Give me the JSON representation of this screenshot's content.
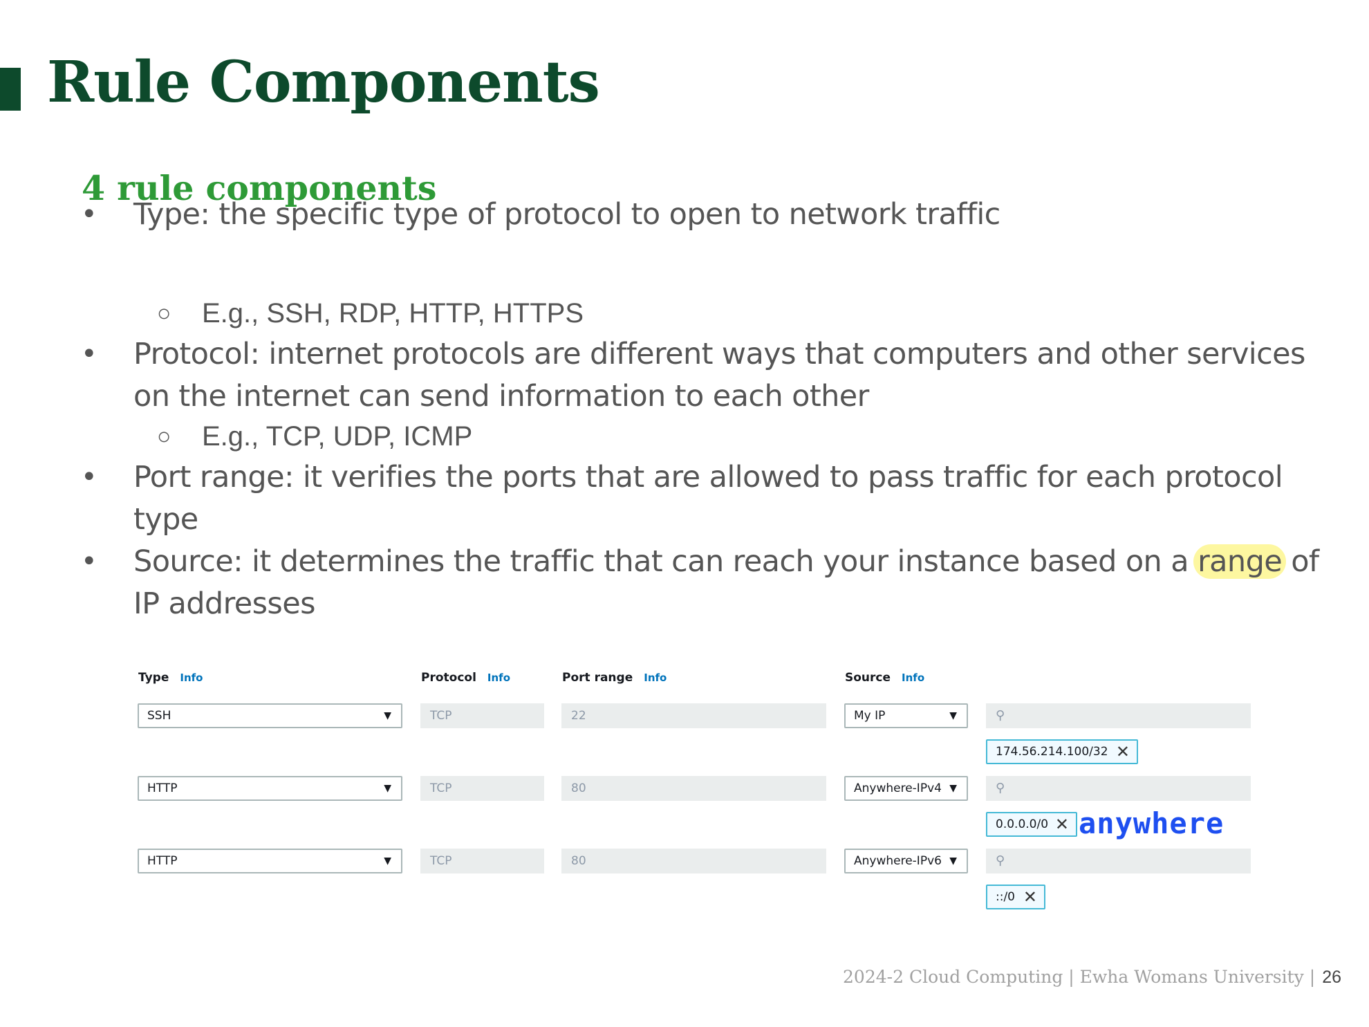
{
  "slide": {
    "title": "Rule Components",
    "subtitle": "4 rule components",
    "bullets": {
      "type_line": "Type: the specific type of protocol to open to network traffic",
      "type_example": "E.g., SSH, RDP, HTTP, HTTPS",
      "protocol_line": "Protocol: internet protocols are different ways that computers and other services on the internet can send information to each other",
      "protocol_example": "E.g., TCP, UDP, ICMP",
      "port_line": "Port range: it verifies the ports that are allowed to pass traffic for each protocol type",
      "source_pre": "Source: it determines the traffic that can reach your instance based on a ",
      "source_highlight": "range",
      "source_post": " of IP addresses"
    },
    "bullet_glyph": "•",
    "sub_bullet_glyph": "○"
  },
  "rules_table": {
    "headers": {
      "type": "Type",
      "protocol": "Protocol",
      "port_range": "Port range",
      "source": "Source",
      "info": "Info"
    },
    "rows": [
      {
        "type": "SSH",
        "protocol": "TCP",
        "port": "22",
        "source": "My IP",
        "token": "174.56.214.100/32"
      },
      {
        "type": "HTTP",
        "protocol": "TCP",
        "port": "80",
        "source": "Anywhere-IPv4",
        "token": "0.0.0.0/0"
      },
      {
        "type": "HTTP",
        "protocol": "TCP",
        "port": "80",
        "source": "Anywhere-IPv6",
        "token": "::/0"
      }
    ],
    "annotation": "anywhere",
    "icons": {
      "dropdown": "caret-down-icon",
      "search": "search-icon",
      "remove": "close-icon"
    }
  },
  "footer": {
    "text": "2024-2 Cloud Computing | Ewha Womans University |",
    "page_number": "26"
  },
  "colors": {
    "title": "#0d4a2c",
    "subtitle": "#2e9a37",
    "body_text": "#555555",
    "highlight": "#fdf7a0",
    "info_link": "#0073bb",
    "token_border": "#44b9d6",
    "annotation": "#1e4ff0"
  }
}
